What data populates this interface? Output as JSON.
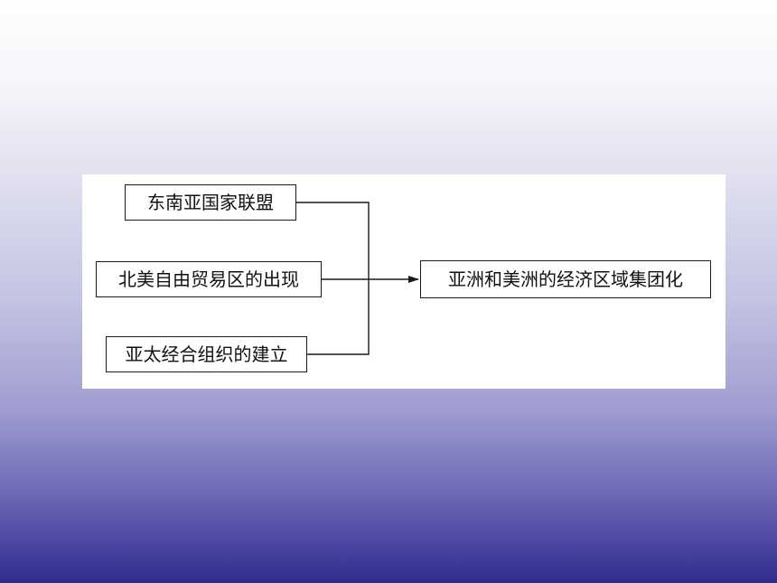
{
  "diagram": {
    "sources": [
      {
        "id": "box1",
        "label": "东南亚国家联盟"
      },
      {
        "id": "box2",
        "label": "北美自由贸易区的出现"
      },
      {
        "id": "box3",
        "label": "亚太经合组织的建立"
      }
    ],
    "target": {
      "id": "box4",
      "label": "亚洲和美洲的经济区域集团化"
    }
  },
  "colors": {
    "line": "#1a1a1a",
    "panel": "#ffffff"
  }
}
